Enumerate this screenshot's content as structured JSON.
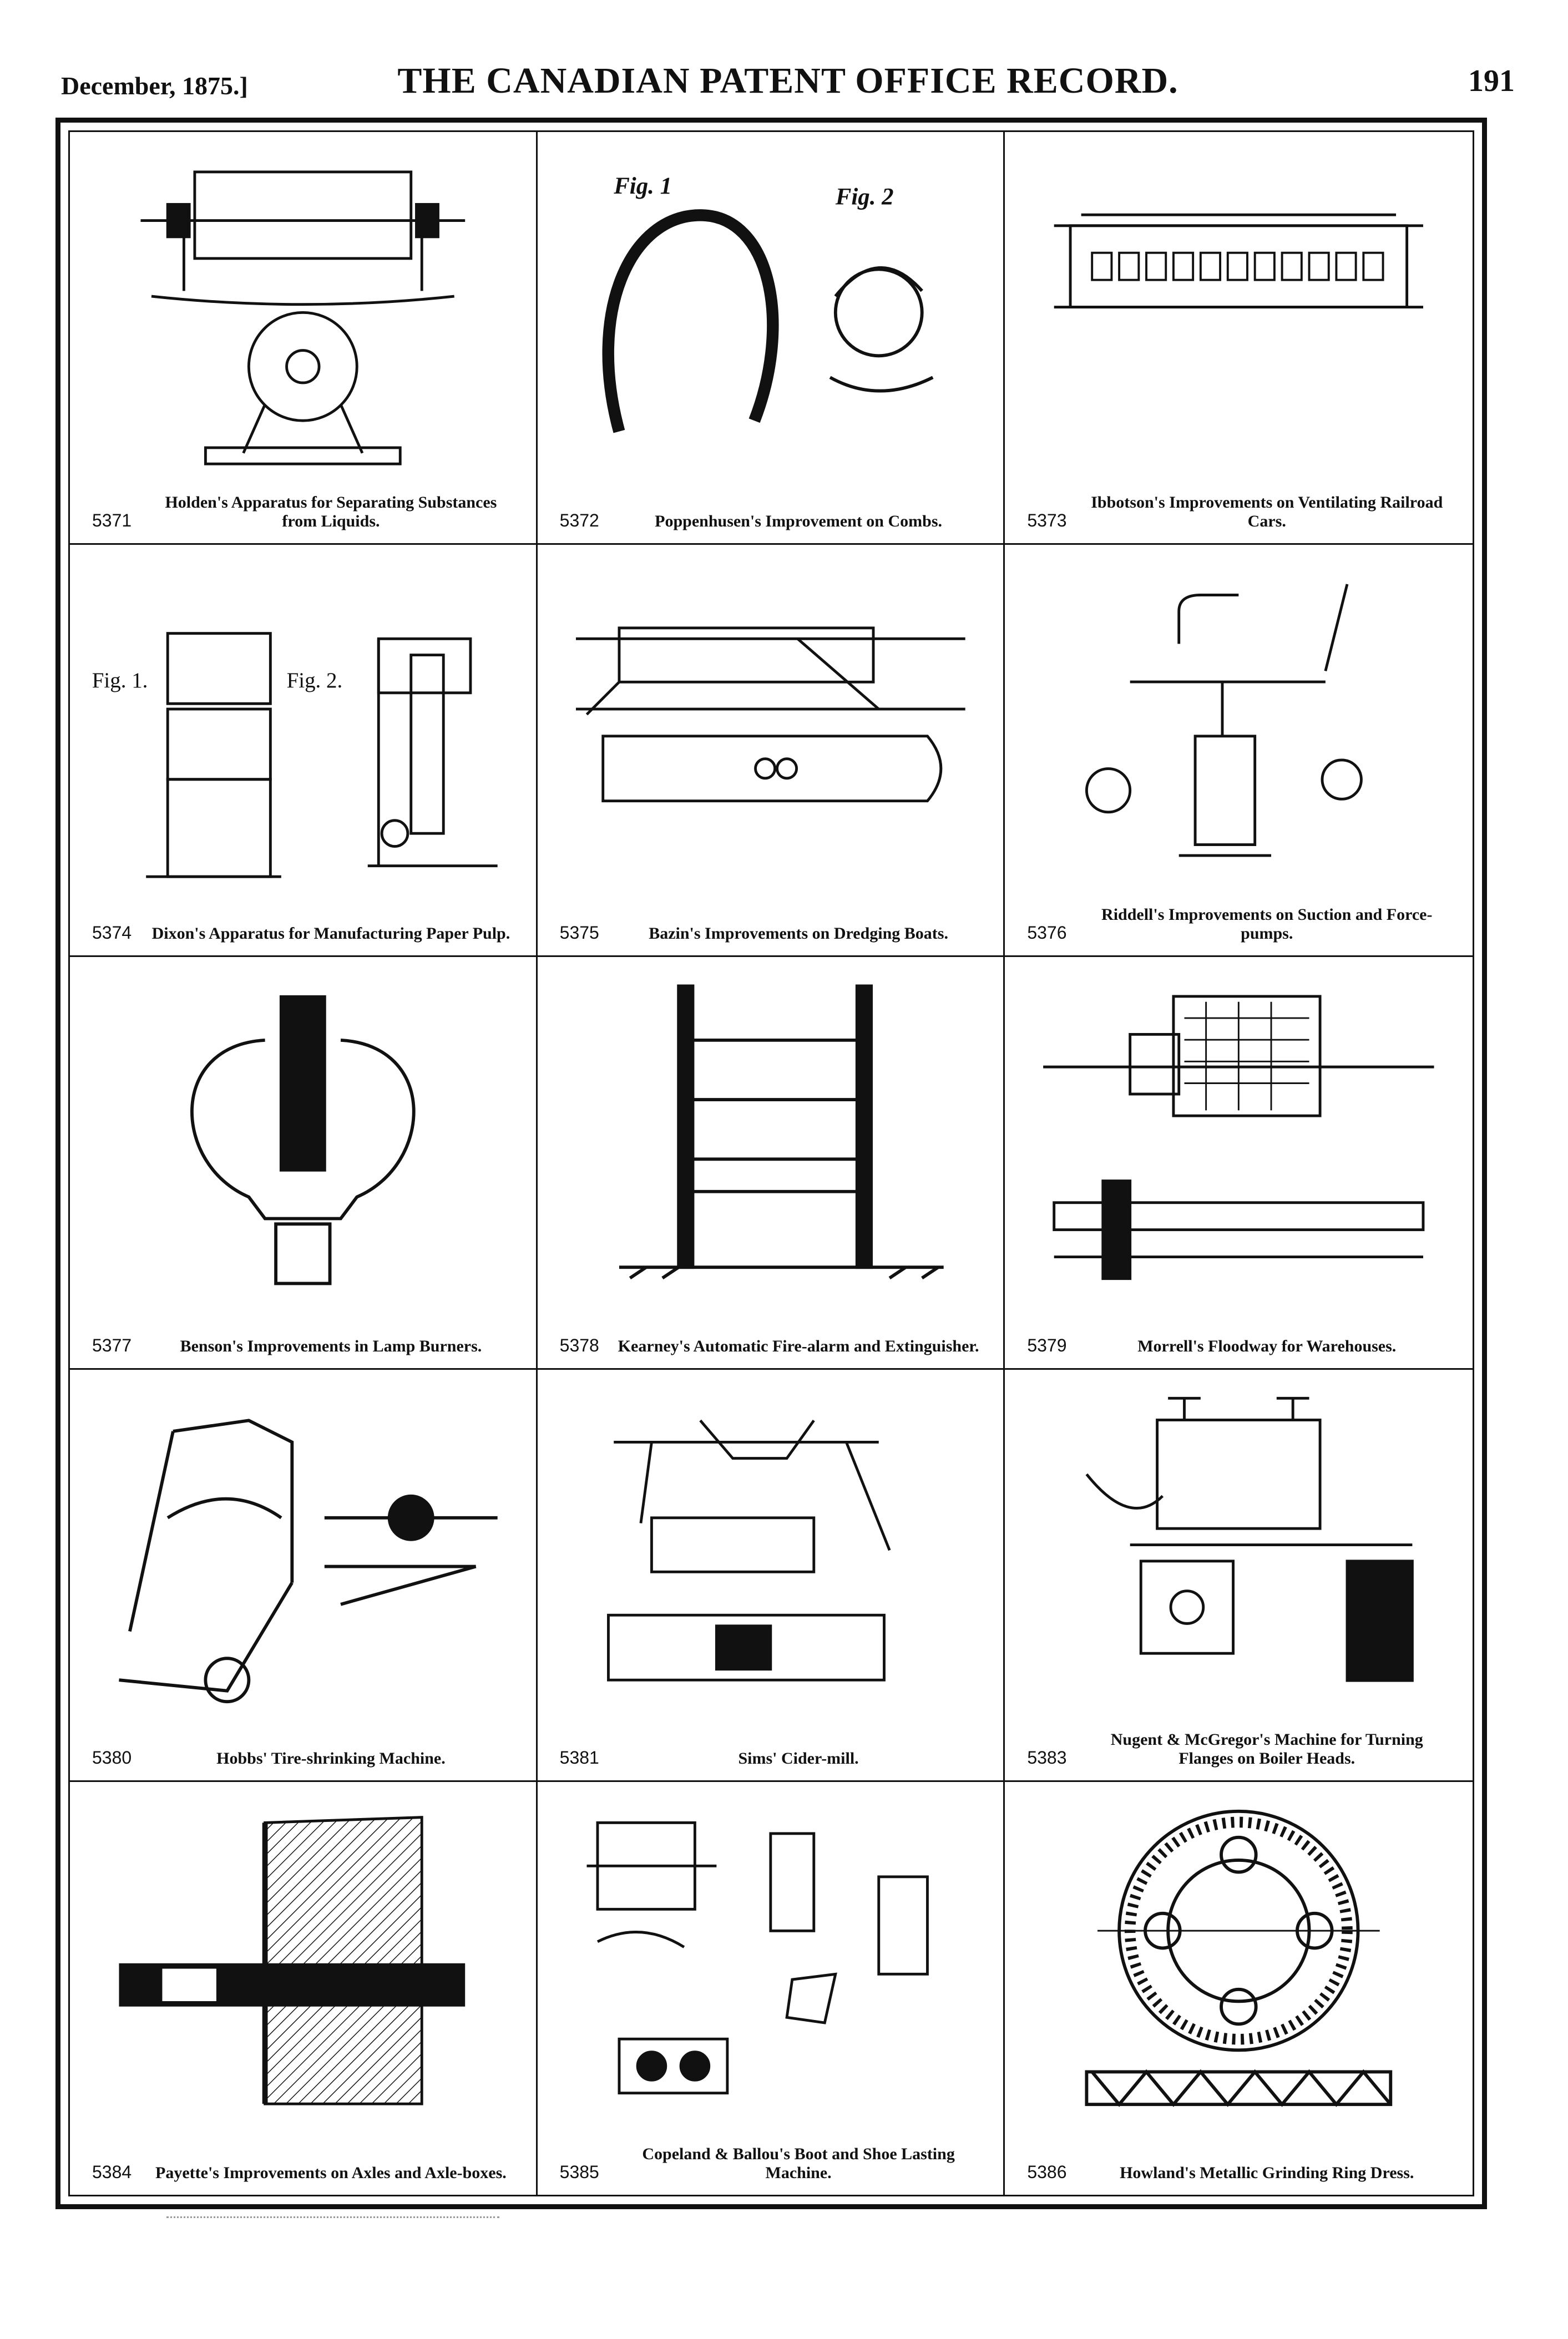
{
  "header": {
    "date": "December, 1875.]",
    "title": "THE CANADIAN PATENT OFFICE RECORD.",
    "page": "191"
  },
  "patents": [
    {
      "number": "5371",
      "title": "Holden's Apparatus for Separating Substances from Liquids."
    },
    {
      "number": "5372",
      "title": "Poppenhusen's Improvement on Combs."
    },
    {
      "number": "5373",
      "title": "Ibbotson's Improvements on Ventilating Railroad Cars."
    },
    {
      "number": "5374",
      "title": "Dixon's Apparatus for Manufacturing Paper Pulp."
    },
    {
      "number": "5375",
      "title": "Bazin's Improvements on Dredging Boats."
    },
    {
      "number": "5376",
      "title": "Riddell's Improvements on Suction and Force-pumps."
    },
    {
      "number": "5377",
      "title": "Benson's Improvements in Lamp Burners."
    },
    {
      "number": "5378",
      "title": "Kearney's Automatic Fire-alarm and Extinguisher."
    },
    {
      "number": "5379",
      "title": "Morrell's Floodway for Warehouses."
    },
    {
      "number": "5380",
      "title": "Hobbs' Tire-shrinking Machine."
    },
    {
      "number": "5381",
      "title": "Sims' Cider-mill."
    },
    {
      "number": "5383",
      "title": "Nugent & McGregor's Machine for Turning Flanges on Boiler Heads."
    },
    {
      "number": "5384",
      "title": "Payette's Improvements on Axles and Axle-boxes."
    },
    {
      "number": "5385",
      "title": "Copeland & Ballou's Boot and Shoe Lasting Machine."
    },
    {
      "number": "5386",
      "title": "Howland's Metallic Grinding Ring Dress."
    }
  ],
  "figure_labels": {
    "fig1": "Fig. 1",
    "fig2": "Fig. 2",
    "fig1b": "Fig. 1.",
    "fig2b": "Fig. 2."
  }
}
